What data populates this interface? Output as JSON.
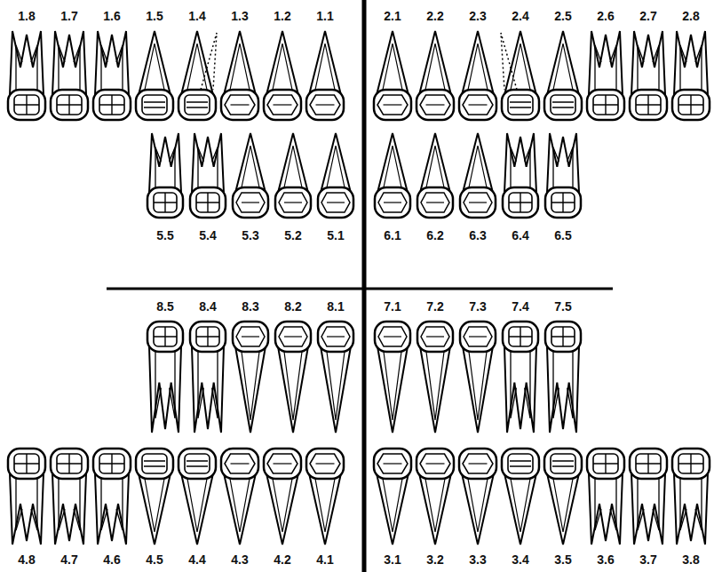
{
  "diagram": {
    "labels": [
      "1.8",
      "1.7",
      "1.6",
      "1.5",
      "1.4",
      "1.3",
      "1.2",
      "1.1",
      "2.1",
      "2.2",
      "2.3",
      "2.4",
      "2.5",
      "2.6",
      "2.7",
      "2.8",
      "5.5",
      "5.4",
      "5.3",
      "5.2",
      "5.1",
      "6.1",
      "6.2",
      "6.3",
      "6.4",
      "6.5",
      "8.5",
      "8.4",
      "8.3",
      "8.2",
      "8.1",
      "7.1",
      "7.2",
      "7.3",
      "7.4",
      "7.5",
      "4.8",
      "4.7",
      "4.6",
      "4.5",
      "4.4",
      "4.3",
      "4.2",
      "4.1",
      "3.1",
      "3.2",
      "3.3",
      "3.4",
      "3.5",
      "3.6",
      "3.7",
      "3.8"
    ]
  }
}
